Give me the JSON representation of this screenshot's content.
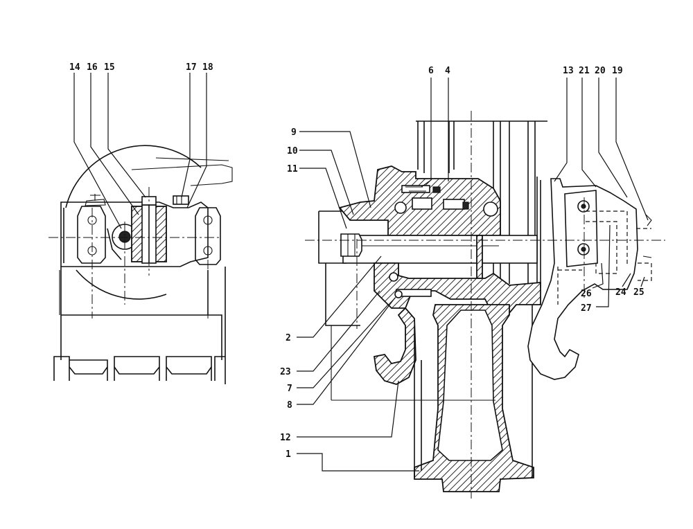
{
  "figure": {
    "left_view": {
      "callouts": [
        "14",
        "16",
        "15",
        "17",
        "18"
      ]
    },
    "right_view": {
      "callouts_top": [
        "6",
        "4",
        "13",
        "21",
        "20",
        "19"
      ],
      "callouts_left": [
        "9",
        "10",
        "11",
        "2",
        "23",
        "7",
        "8",
        "12",
        "1"
      ],
      "callouts_right": [
        "26",
        "27",
        "24",
        "25"
      ]
    }
  },
  "colors": {
    "ink": "#111111",
    "paper": "#ffffff"
  }
}
